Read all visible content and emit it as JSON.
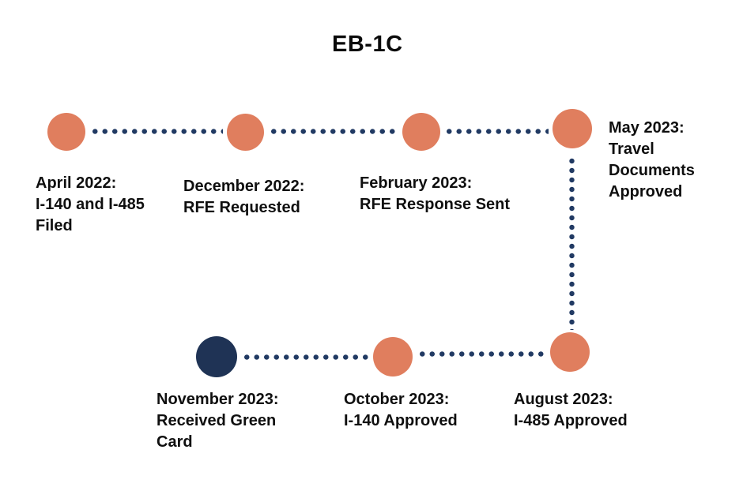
{
  "title": "EB-1C",
  "colors": {
    "accent_salmon": "#E07E5E",
    "accent_navy": "#1F3355",
    "connector_navy": "#213A63"
  },
  "timeline": {
    "type": "milestone-timeline",
    "milestones": [
      {
        "date": "April 2022",
        "event": "I-140 and I-485 Filed",
        "dot_color": "salmon",
        "label": "April 2022:\nI-140 and I-485\nFiled"
      },
      {
        "date": "December 2022",
        "event": "RFE Requested",
        "dot_color": "salmon",
        "label": "December 2022:\nRFE Requested"
      },
      {
        "date": "February 2023",
        "event": "RFE Response Sent",
        "dot_color": "salmon",
        "label": "February 2023:\nRFE Response Sent"
      },
      {
        "date": "May 2023",
        "event": "Travel Documents Approved",
        "dot_color": "salmon",
        "label": "May 2023:\nTravel\nDocuments\nApproved"
      },
      {
        "date": "August 2023",
        "event": "I-485 Approved",
        "dot_color": "salmon",
        "label": "August 2023:\nI-485 Approved"
      },
      {
        "date": "October 2023",
        "event": "I-140 Approved",
        "dot_color": "salmon",
        "label": "October 2023:\nI-140 Approved"
      },
      {
        "date": "November 2023",
        "event": "Received Green Card",
        "dot_color": "navy",
        "label": "November 2023:\nReceived Green\nCard"
      }
    ]
  }
}
